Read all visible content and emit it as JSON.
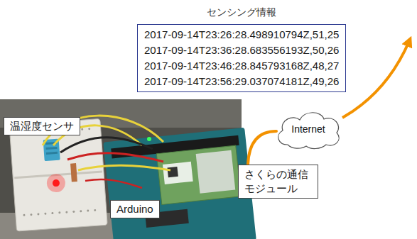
{
  "diagram": {
    "nodes": [
      {
        "text": [
          "センシング情報",
          "2017-09-14T23:26:28.498910794Z,51,25",
          "2017-09-14T23:36:28.683556193Z,50,26",
          "2017-09-14T23:46:28.845793168Z,48,27",
          "2017-09-14T23:56:29.037074181Z,49,26"
        ]
      },
      {
        "text": [
          "温湿度センサ"
        ]
      },
      {
        "text": [
          "Arduino"
        ]
      },
      {
        "text": [
          "さくらの通信 モジュール"
        ]
      },
      {
        "text": [
          "Internet"
        ]
      }
    ],
    "edges": [
      {
        "from": 3,
        "to": 4,
        "arrow": "none"
      }
    ]
  }
}
